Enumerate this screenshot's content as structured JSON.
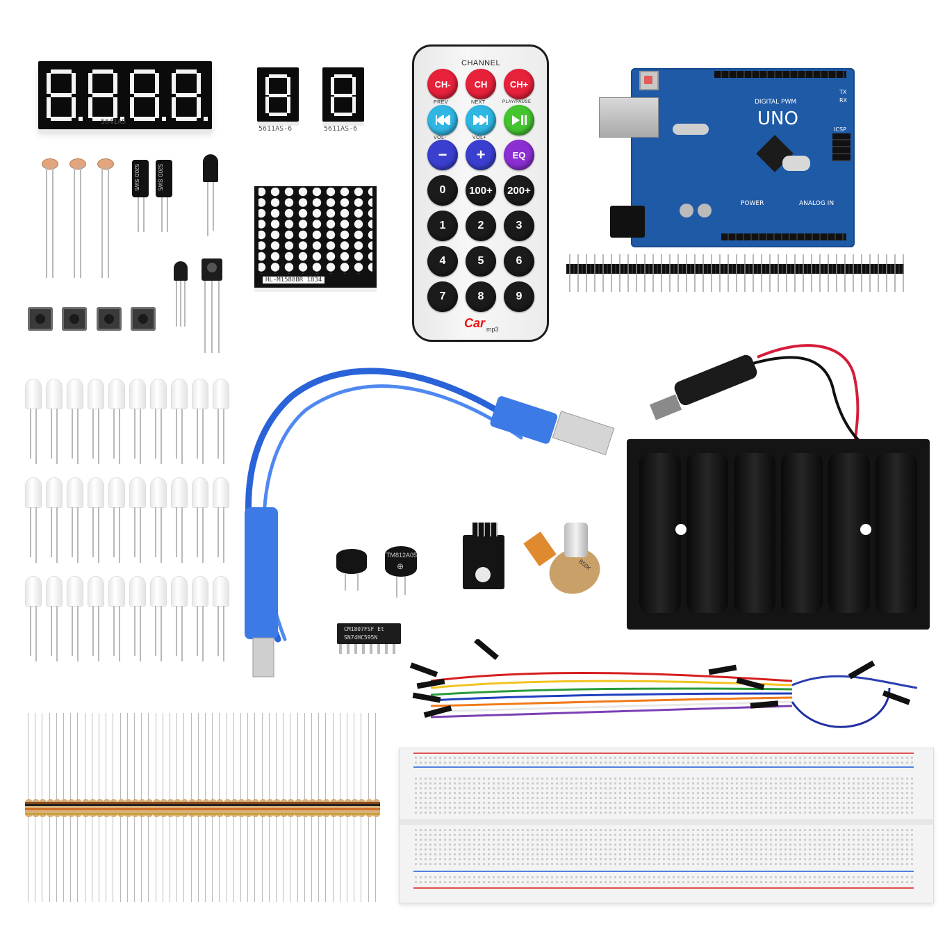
{
  "remote": {
    "header": "CHANNEL",
    "row1": [
      "CH-",
      "CH",
      "CH+"
    ],
    "row1_sub": [
      "PREV",
      "NEXT",
      "PLAY/PAUSE"
    ],
    "row2_sub": [
      "VOL-",
      "VOL+"
    ],
    "row3": [
      "−",
      "+",
      "EQ"
    ],
    "row4": [
      "0",
      "100+",
      "200+"
    ],
    "row5": [
      "1",
      "2",
      "3"
    ],
    "row6": [
      "4",
      "5",
      "6"
    ],
    "row7": [
      "7",
      "8",
      "9"
    ],
    "brand": "Car",
    "brand_sub": "mp3"
  },
  "displays": {
    "four_digit_label": "5641AS",
    "single_digit_label_1": "5611AS-6",
    "single_digit_label_2": "5611AS-6"
  },
  "matrix": {
    "label": "HL-M1588BR 1834"
  },
  "arduino": {
    "model": "UNO",
    "digital": "DIGITAL PWM",
    "power": "POWER",
    "analog": "ANALOG IN",
    "icsp": "ICSP",
    "tx": "TX",
    "rx": "RX"
  },
  "components": {
    "capacitor_1": "520D SW5",
    "capacitor_2": "520D SW5",
    "buzzer_label": "TM812A05",
    "chip_line1": "CM1807FSF Et",
    "chip_line2": "SN74HC595N",
    "pot_label": "B50K"
  },
  "colors": {
    "remote_red": "#e8213b",
    "remote_cyan": "#2fb6e3",
    "remote_green": "#44c52f",
    "remote_blue": "#3a3fd0",
    "remote_purple": "#8b2fd2",
    "remote_black": "#1b1b1b",
    "board_blue": "#1f5aa6",
    "cable_blue": "#2a63d8"
  }
}
